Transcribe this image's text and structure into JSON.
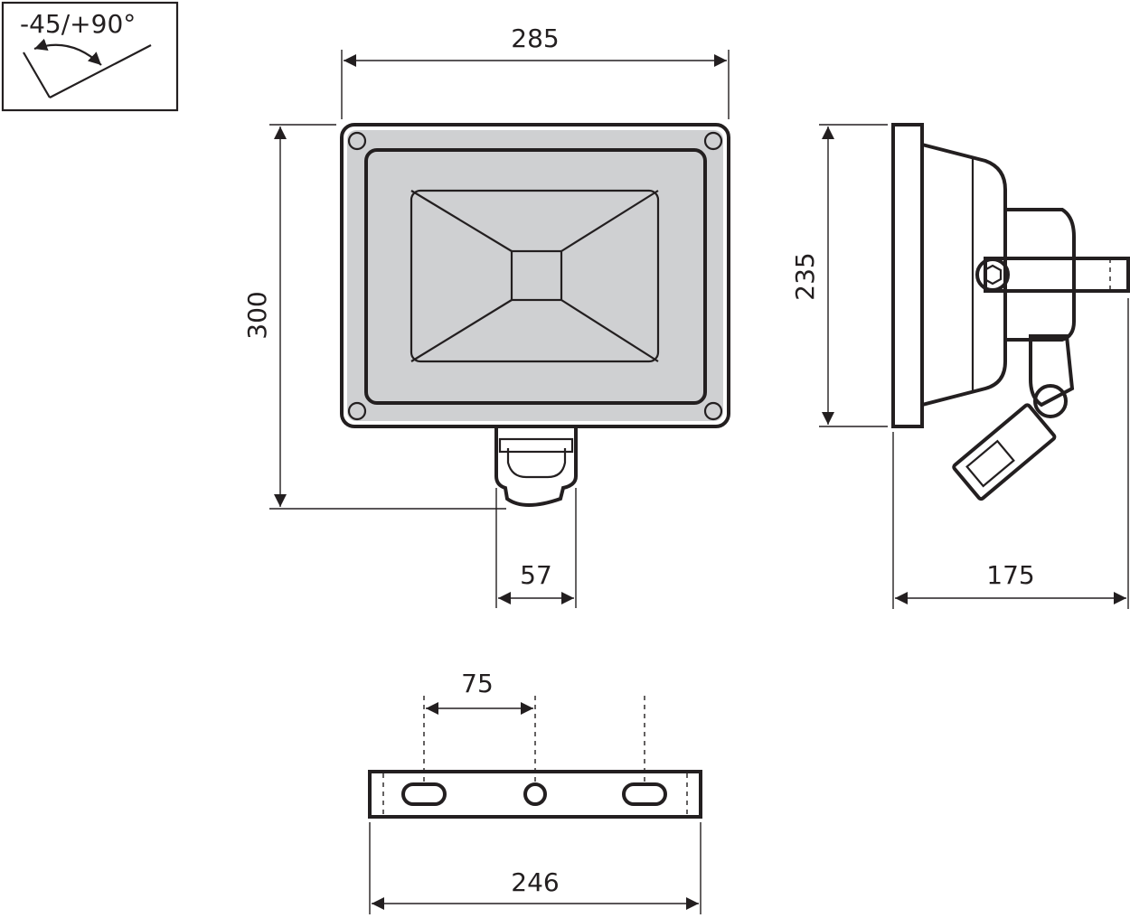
{
  "angle_box": {
    "label": "-45/+90°"
  },
  "dimensions": {
    "width_front": "285",
    "height_front": "300",
    "sensor_width": "57",
    "depth_side": "175",
    "height_side": "235",
    "hole_spacing": "75",
    "bracket_length": "246"
  },
  "colors": {
    "line": "#231f20",
    "fill": "#cfd0d2",
    "background": "#ffffff"
  }
}
